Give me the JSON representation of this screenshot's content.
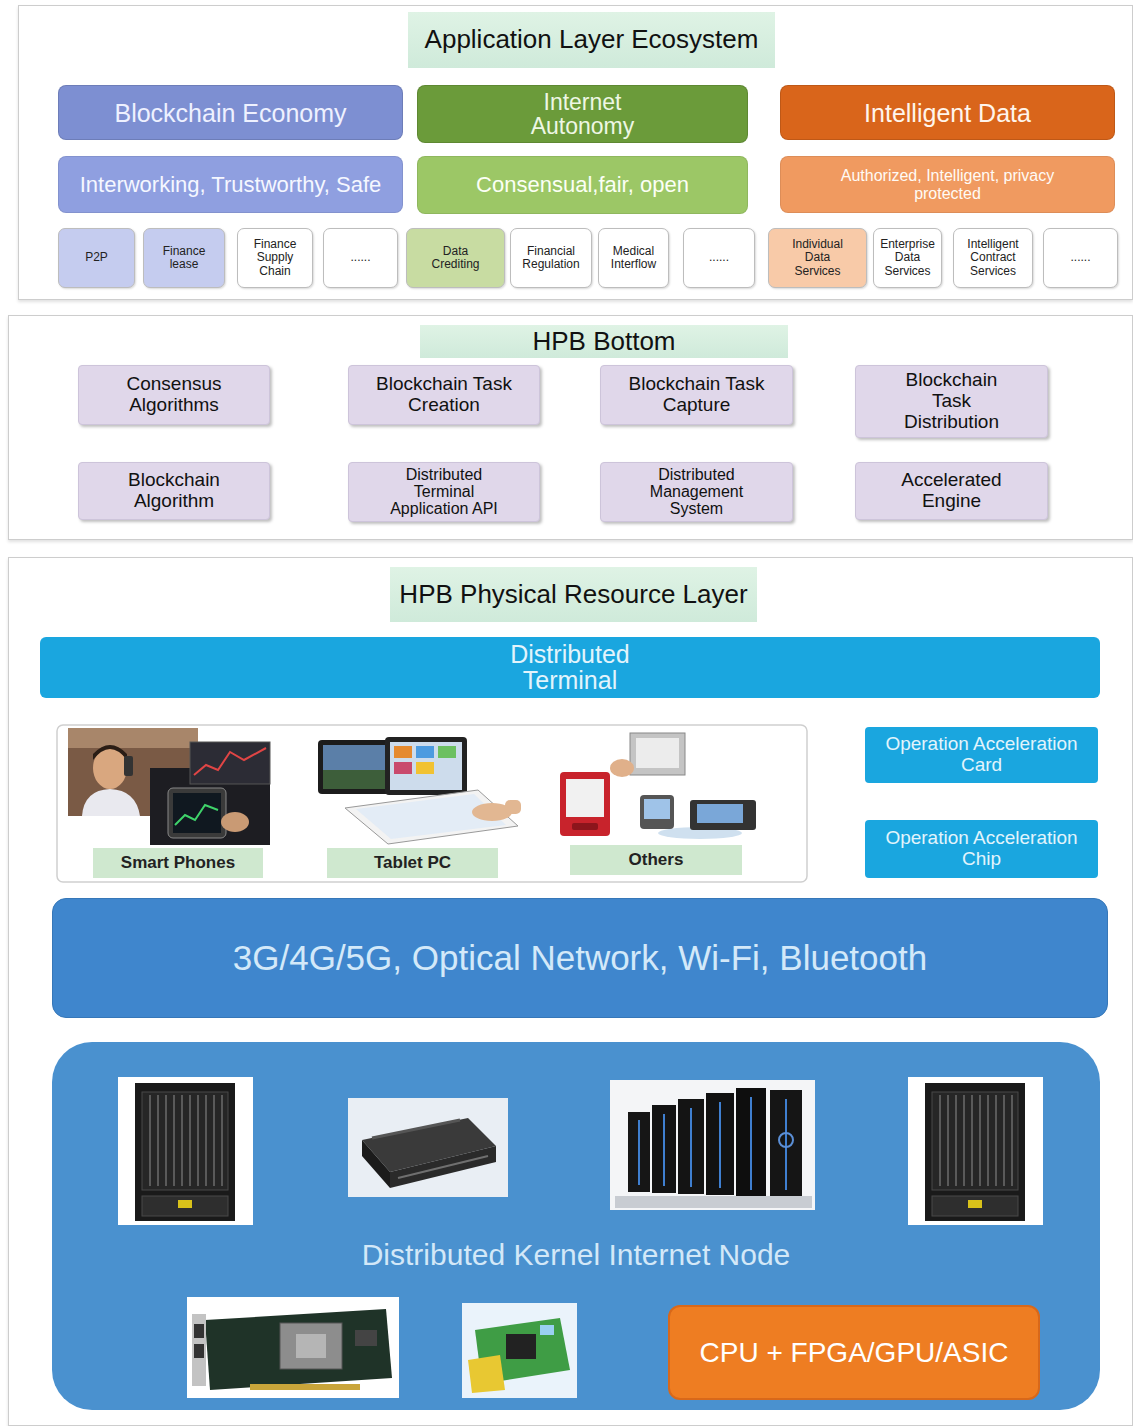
{
  "diagram": {
    "nodes": [
      {
        "text": [
          "Application Layer Ecosystem"
        ]
      },
      {
        "text": [
          "Blockchain Economy"
        ],
        "in": 0
      },
      {
        "text": [
          "Internet Autonomy"
        ],
        "in": 0
      },
      {
        "text": [
          "Intelligent Data"
        ],
        "in": 0
      },
      {
        "text": [
          "Interworking, Trustworthy, Safe"
        ],
        "in": 0
      },
      {
        "text": [
          "Consensual,fair, open"
        ],
        "in": 0
      },
      {
        "text": [
          "Authorized, Intelligent, privacy protected"
        ],
        "in": 0
      },
      {
        "text": [
          "P2P"
        ],
        "in": 0
      },
      {
        "text": [
          "Finance lease"
        ],
        "in": 0
      },
      {
        "text": [
          "Finance Supply Chain"
        ],
        "in": 0
      },
      {
        "text": [
          "......"
        ],
        "in": 0
      },
      {
        "text": [
          "Data Crediting"
        ],
        "in": 0
      },
      {
        "text": [
          "Financial Regulation"
        ],
        "in": 0
      },
      {
        "text": [
          "Medical Interflow"
        ],
        "in": 0
      },
      {
        "text": [
          "......"
        ],
        "in": 0
      },
      {
        "text": [
          "Individual Data Services"
        ],
        "in": 0
      },
      {
        "text": [
          "Enterprise Data Services"
        ],
        "in": 0
      },
      {
        "text": [
          "Intelligent Contract Services"
        ],
        "in": 0
      },
      {
        "text": [
          "......"
        ],
        "in": 0
      },
      {
        "text": [
          "HPB Bottom"
        ]
      },
      {
        "text": [
          "Consensus Algorithms"
        ],
        "in": 19
      },
      {
        "text": [
          "Blockchain Task Creation"
        ],
        "in": 19
      },
      {
        "text": [
          "Blockchain Task Capture"
        ],
        "in": 19
      },
      {
        "text": [
          "Blockchain Task Distribution"
        ],
        "in": 19
      },
      {
        "text": [
          "Blockchain Algorithm"
        ],
        "in": 19
      },
      {
        "text": [
          "Distributed Terminal Application API"
        ],
        "in": 19
      },
      {
        "text": [
          "Distributed Management System"
        ],
        "in": 19
      },
      {
        "text": [
          "Accelerated Engine"
        ],
        "in": 19
      },
      {
        "text": [
          "HPB Physical Resource Layer"
        ]
      },
      {
        "text": [
          "Distributed Terminal"
        ],
        "in": 28
      },
      {
        "text": [
          "Smart Phones"
        ],
        "in": 28
      },
      {
        "text": [
          "Tablet PC"
        ],
        "in": 28
      },
      {
        "text": [
          "Others"
        ],
        "in": 28
      },
      {
        "text": [
          "Operation Acceleration Card"
        ],
        "in": 28
      },
      {
        "text": [
          "Operation Acceleration Chip"
        ],
        "in": 28
      },
      {
        "text": [
          "3G/4G/5G, Optical Network, Wi-Fi, Bluetooth"
        ],
        "in": 28
      },
      {
        "text": [
          "Distributed Kernel Internet Node"
        ],
        "in": 28
      },
      {
        "text": [
          "CPU + FPGA/GPU/ASIC"
        ],
        "in": 36
      }
    ]
  }
}
